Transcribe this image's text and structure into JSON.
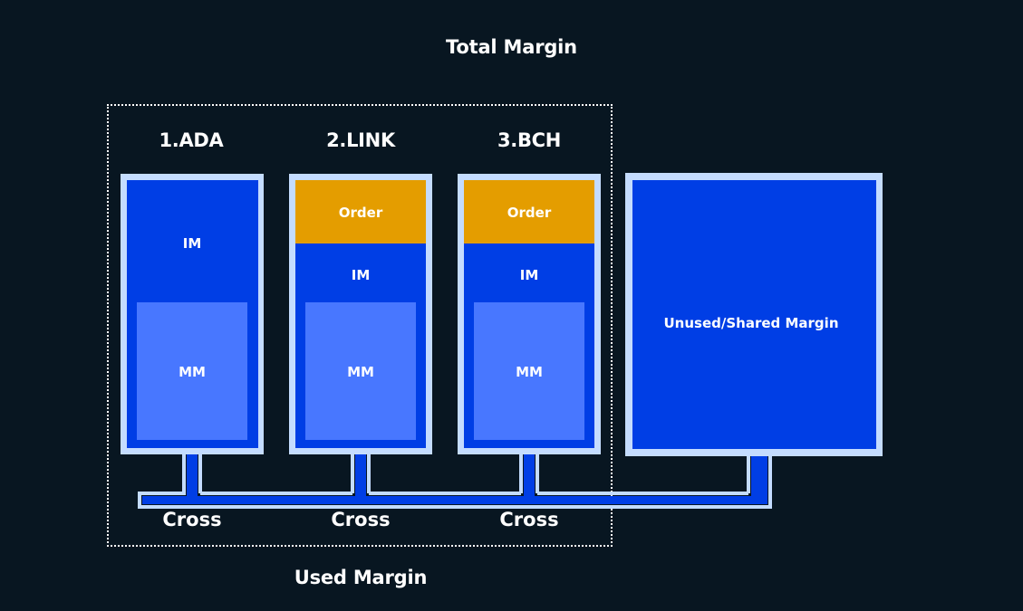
{
  "title": "Total Margin",
  "used_margin_label": "Used Margin",
  "assets": [
    {
      "label": "1.ADA",
      "has_order": false,
      "im_label": "IM",
      "mm_label": "MM",
      "cross_label": "Cross"
    },
    {
      "label": "2.LINK",
      "has_order": true,
      "order_label": "Order",
      "im_label": "IM",
      "mm_label": "MM",
      "cross_label": "Cross"
    },
    {
      "label": "3.BCH",
      "has_order": true,
      "order_label": "Order",
      "im_label": "IM",
      "mm_label": "MM",
      "cross_label": "Cross"
    }
  ],
  "shared": {
    "label": "Unused/Shared Margin"
  },
  "colors": {
    "background": "#081621",
    "outline": "#c4dcff",
    "im": "#003ee5",
    "mm": "#4877ff",
    "order": "#e49d00",
    "text": "#ffffff"
  }
}
